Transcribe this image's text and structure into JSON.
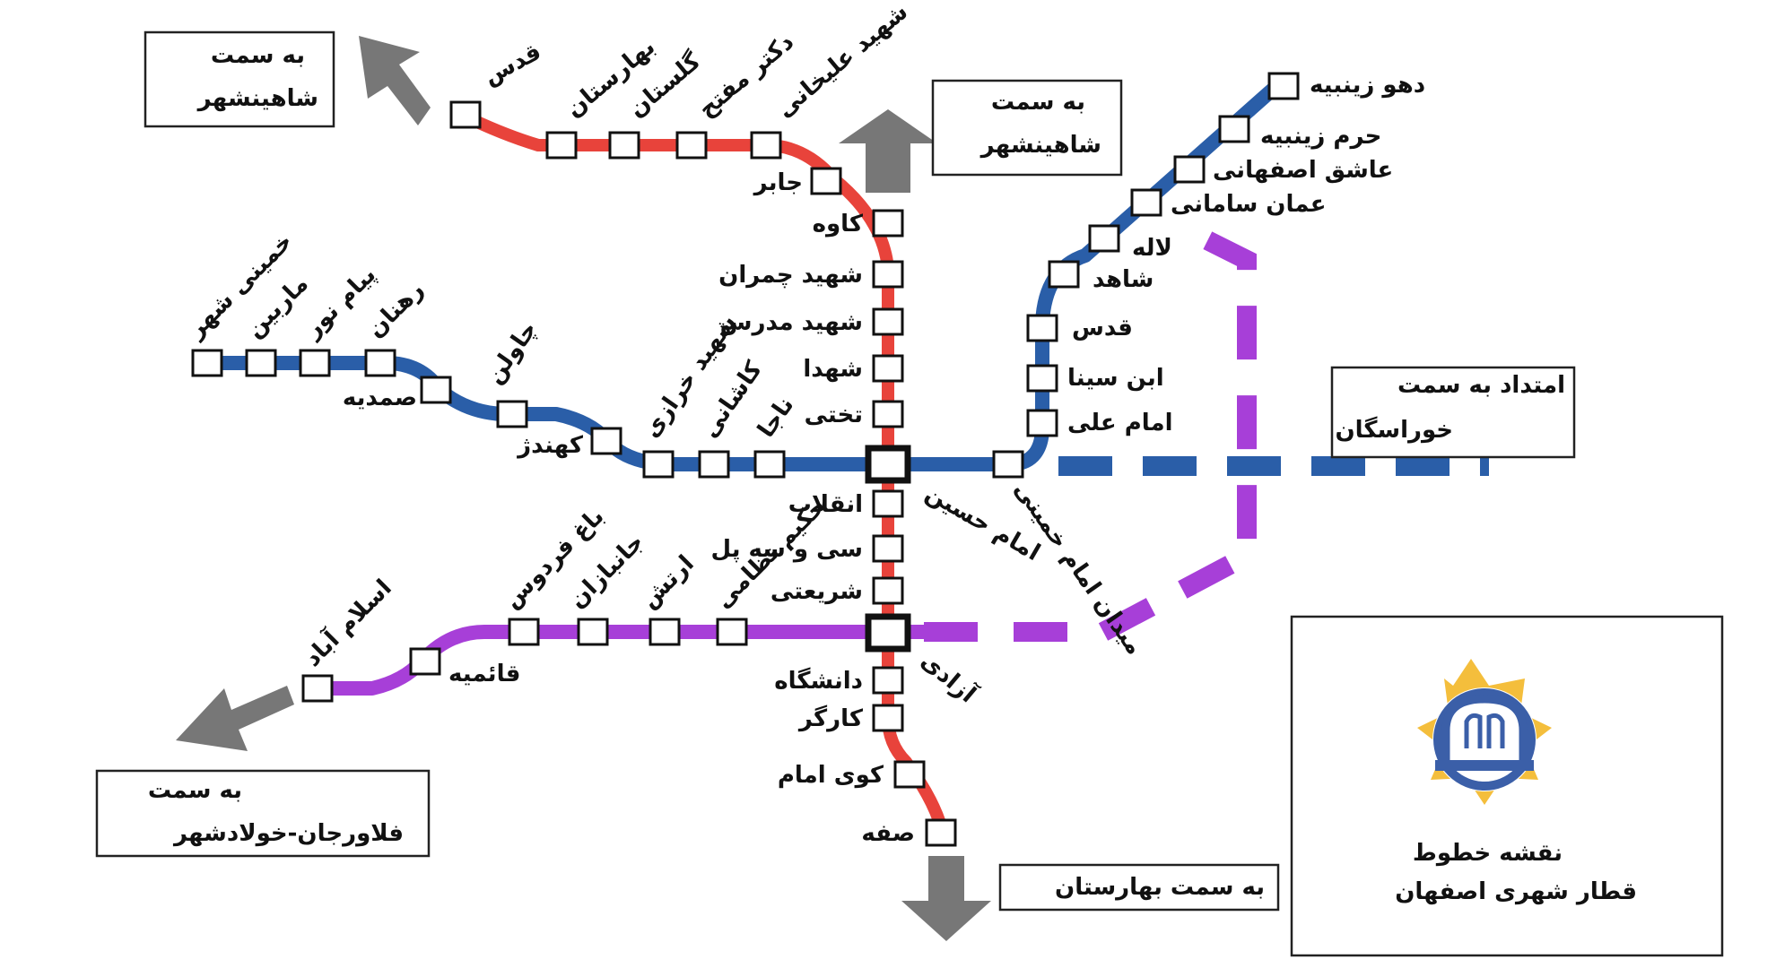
{
  "colors": {
    "line1": "#e8433b",
    "line2": "#2a5ea8",
    "line3": "#a73fd8",
    "arrow": "#777777",
    "logo_sun": "#f4be3c",
    "logo_blue": "#3b5fa8"
  },
  "lines": {
    "line1_stations": {
      "qods": "قدس",
      "baharestan": "بهارستان",
      "golestan": "گلستان",
      "dr_mofatteh": "دکتر مفتح",
      "shahid_alikhani": "شهید علیخانی",
      "jaber": "جابر",
      "kaveh": "کاوه",
      "shahid_chamran": "شهید چمران",
      "shahid_modarres": "شهید مدرس",
      "shohada": "شهدا",
      "takhti": "تختی",
      "enghelab": "انقلاب",
      "si_o_se_pol": "سی و سه پل",
      "shariati": "شریعتی",
      "daneshgah": "دانشگاه",
      "kargar": "کارگر",
      "kooye_emam": "کوی امام",
      "soffeh": "صفه"
    },
    "line2_stations": {
      "khomeinishahr": "خمینی شهر",
      "marbin": "ماربین",
      "payam_noor": "پیام نور",
      "rahnan": "رهنان",
      "samadieh": "صمدیه",
      "chaharbagh_paein": "چاولن",
      "kohandezh": "کهندژ",
      "shahid_kharrazi": "شهید خرازی",
      "kashani": "کاشانی",
      "bozorgmehr": "ناجا",
      "emam_hossein": "امام حسین",
      "meydan_emam": "میدان امام خمینی",
      "emam_ali": "امام علی",
      "ebne_sina": "ابن سینا",
      "qods2": "قدس",
      "shahed": "شاهد",
      "laleh": "لاله",
      "oman_samani": "عمان سامانی",
      "ashegh_esfahani": "عاشق اصفهانی",
      "haram_zeynabieh": "حرم زینبیه",
      "dehno_zeynabieh": "دهو زینبیه"
    },
    "line3_stations": {
      "eslamabad": "اسلام آباد",
      "ghaemieh": "قائمیه",
      "bagh_ferdows": "باغ فردوس",
      "janbazan": "جانبازان",
      "artesh": "ارتش",
      "hakim_nezami": "حکیم نظامی",
      "azadi": "آزادی"
    }
  },
  "directions": {
    "top_left": {
      "line1": "به سمت",
      "line2": "شاهینشهر"
    },
    "top_center": {
      "line1": "به سمت",
      "line2": "شاهینشهر"
    },
    "right": {
      "line1": "امتداد به سمت",
      "line2": "خوراسگان"
    },
    "bottom_left": {
      "line1": "به سمت",
      "line2": "فلاورجان-خولادشهر"
    },
    "bottom": {
      "line1": "به سمت بهارستان"
    }
  },
  "legend": {
    "title_line1": "نقشه خطوط",
    "title_line2": "قطار شهری اصفهان",
    "logo_icon": "isfahan-metro-logo"
  }
}
